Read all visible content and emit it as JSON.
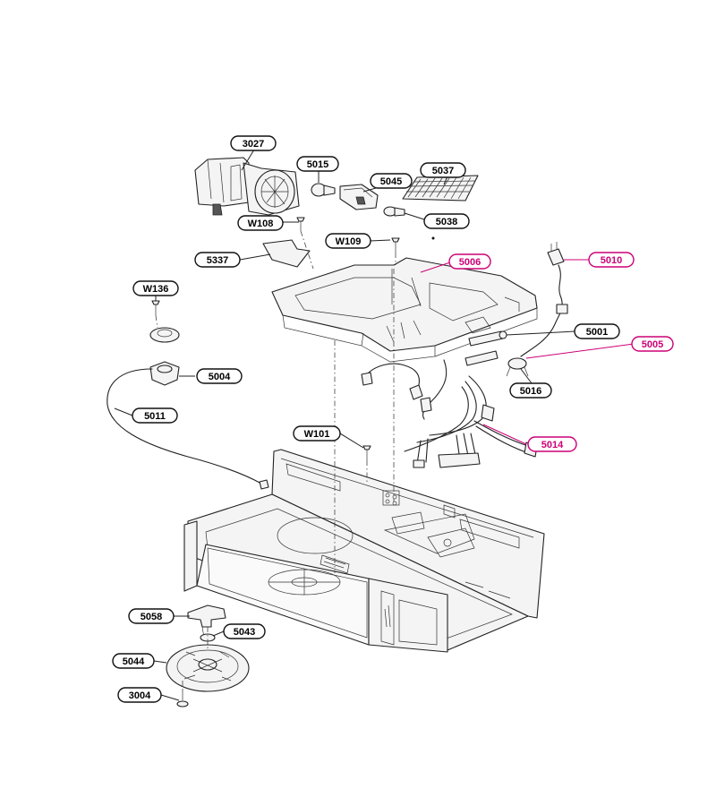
{
  "colors": {
    "line": "#222222",
    "callout_text": "#000000",
    "highlight": "#cc0077",
    "background": "#ffffff"
  },
  "callouts": {
    "p3027": "3027",
    "p5015": "5015",
    "p5045": "5045",
    "p5037": "5037",
    "p5038": "5038",
    "pW108": "W108",
    "pW109": "W109",
    "p5337": "5337",
    "p5006": "5006",
    "p5010": "5010",
    "pW136": "W136",
    "p5001": "5001",
    "p5005": "5005",
    "p5004": "5004",
    "p5016": "5016",
    "p5011": "5011",
    "pW101": "W101",
    "p5014": "5014",
    "p5058": "5058",
    "p5043": "5043",
    "p5044": "5044",
    "p3004": "3004"
  },
  "highlighted_callouts": [
    "5006",
    "5010",
    "5005",
    "5014"
  ]
}
